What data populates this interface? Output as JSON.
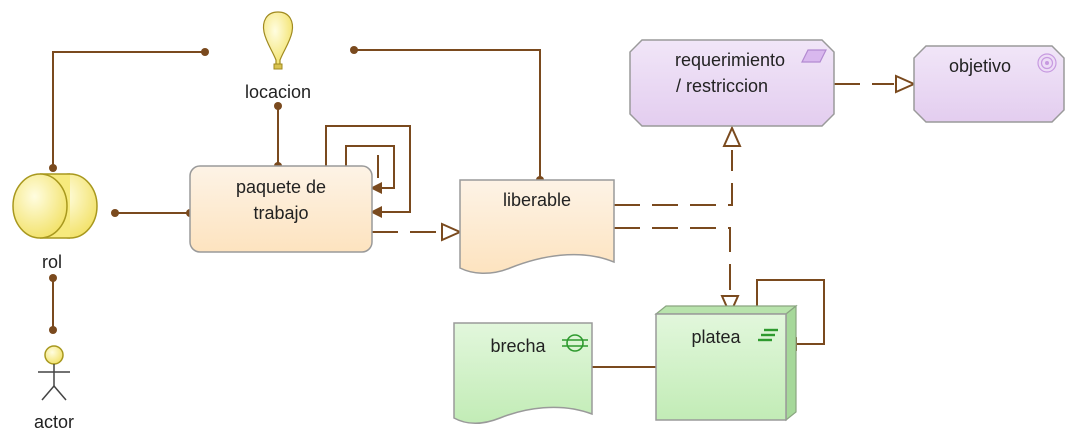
{
  "diagram": {
    "elements": {
      "locacion": {
        "label": "locacion",
        "icon": "lightbulb-icon"
      },
      "rol": {
        "label": "rol",
        "icon": "role-cylinder-icon"
      },
      "actor": {
        "label": "actor",
        "icon": "stick-figure-icon"
      },
      "paquete": {
        "line1": "paquete de",
        "line2": "trabajo"
      },
      "liberable": {
        "label": "liberable"
      },
      "requerimiento": {
        "line1": "requerimiento",
        "line2": "/ restriccion",
        "icon": "parallelogram-icon"
      },
      "objetivo": {
        "label": "objetivo",
        "icon": "target-icon"
      },
      "brecha": {
        "label": "brecha",
        "icon": "gap-icon"
      },
      "platea": {
        "label": "platea",
        "icon": "plateau-icon"
      }
    },
    "colors": {
      "motivation_fill": "#e8d6f2",
      "business_fill": "#fde9cc",
      "implementation_fill": "#cdefc4",
      "yellow": "#fff08a",
      "connector": "#7a4a1e"
    }
  }
}
